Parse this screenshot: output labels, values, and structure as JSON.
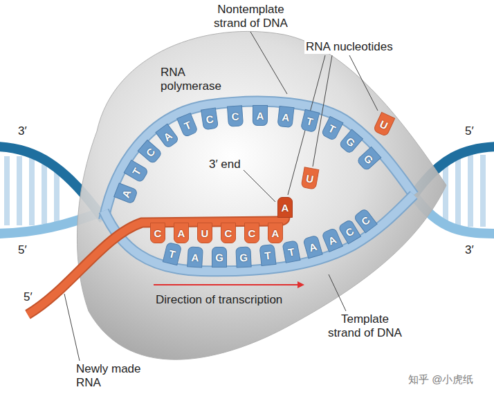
{
  "diagram": {
    "labels": [
      "Nontemplate strand of DNA",
      "RNA nucleotides",
      "RNA polymerase",
      "3′",
      "5′",
      "A",
      "T",
      "C",
      "A",
      "T",
      "C",
      "C",
      "A",
      "A",
      "T",
      "T",
      "G",
      "G",
      "U",
      "3′ end",
      "U",
      "A",
      "C",
      "A",
      "U",
      "C",
      "C",
      "A",
      "5′",
      "3′",
      "T",
      "A",
      "G",
      "G",
      "T",
      "T",
      "A",
      "A",
      "C",
      "C",
      "5′",
      "Direction of transcription",
      "Template strand of DNA",
      "Newly made RNA",
      "知乎 @小虎纸"
    ]
  }
}
